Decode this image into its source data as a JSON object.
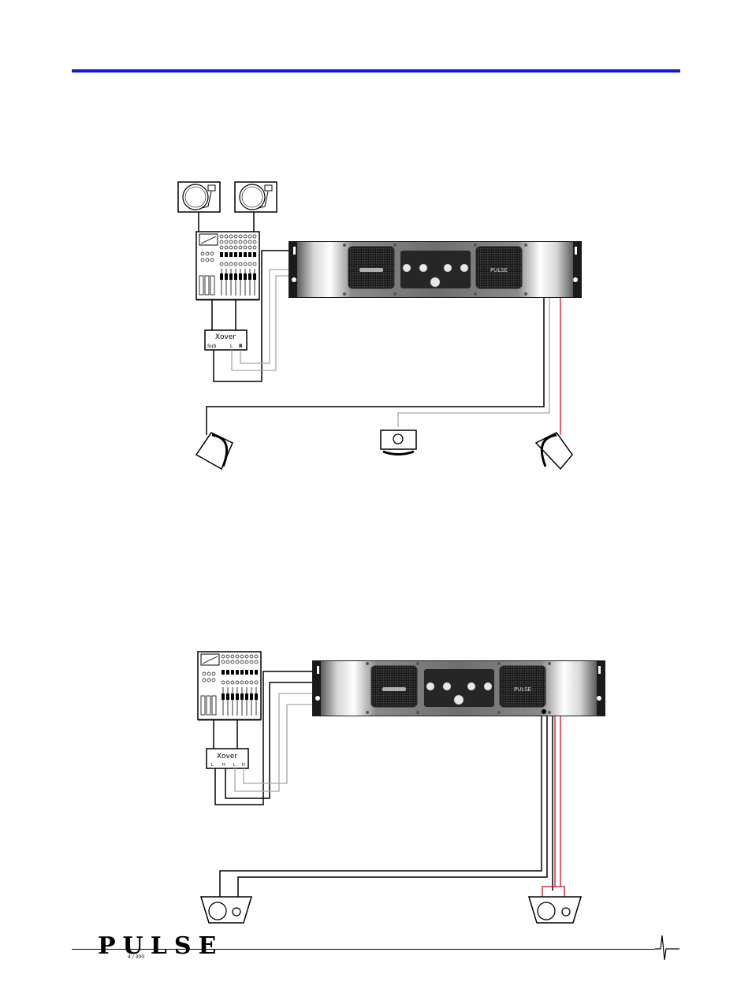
{
  "diagram1": {
    "xover_title": "Xover",
    "xover_sub": "Sub",
    "xover_l": "L",
    "xover_r": "R"
  },
  "diagram2": {
    "xover_title": "Xover",
    "xover_l1": "L",
    "xover_h1": "H",
    "xover_l2": "L",
    "xover_h2": "H"
  },
  "footer": {
    "logo": "PULSE",
    "logo_model": "4 / 300"
  },
  "colors": {
    "rule": "#0a1cd8",
    "red_cable": "#c8141e",
    "gray_cable": "#a8a8a8"
  }
}
